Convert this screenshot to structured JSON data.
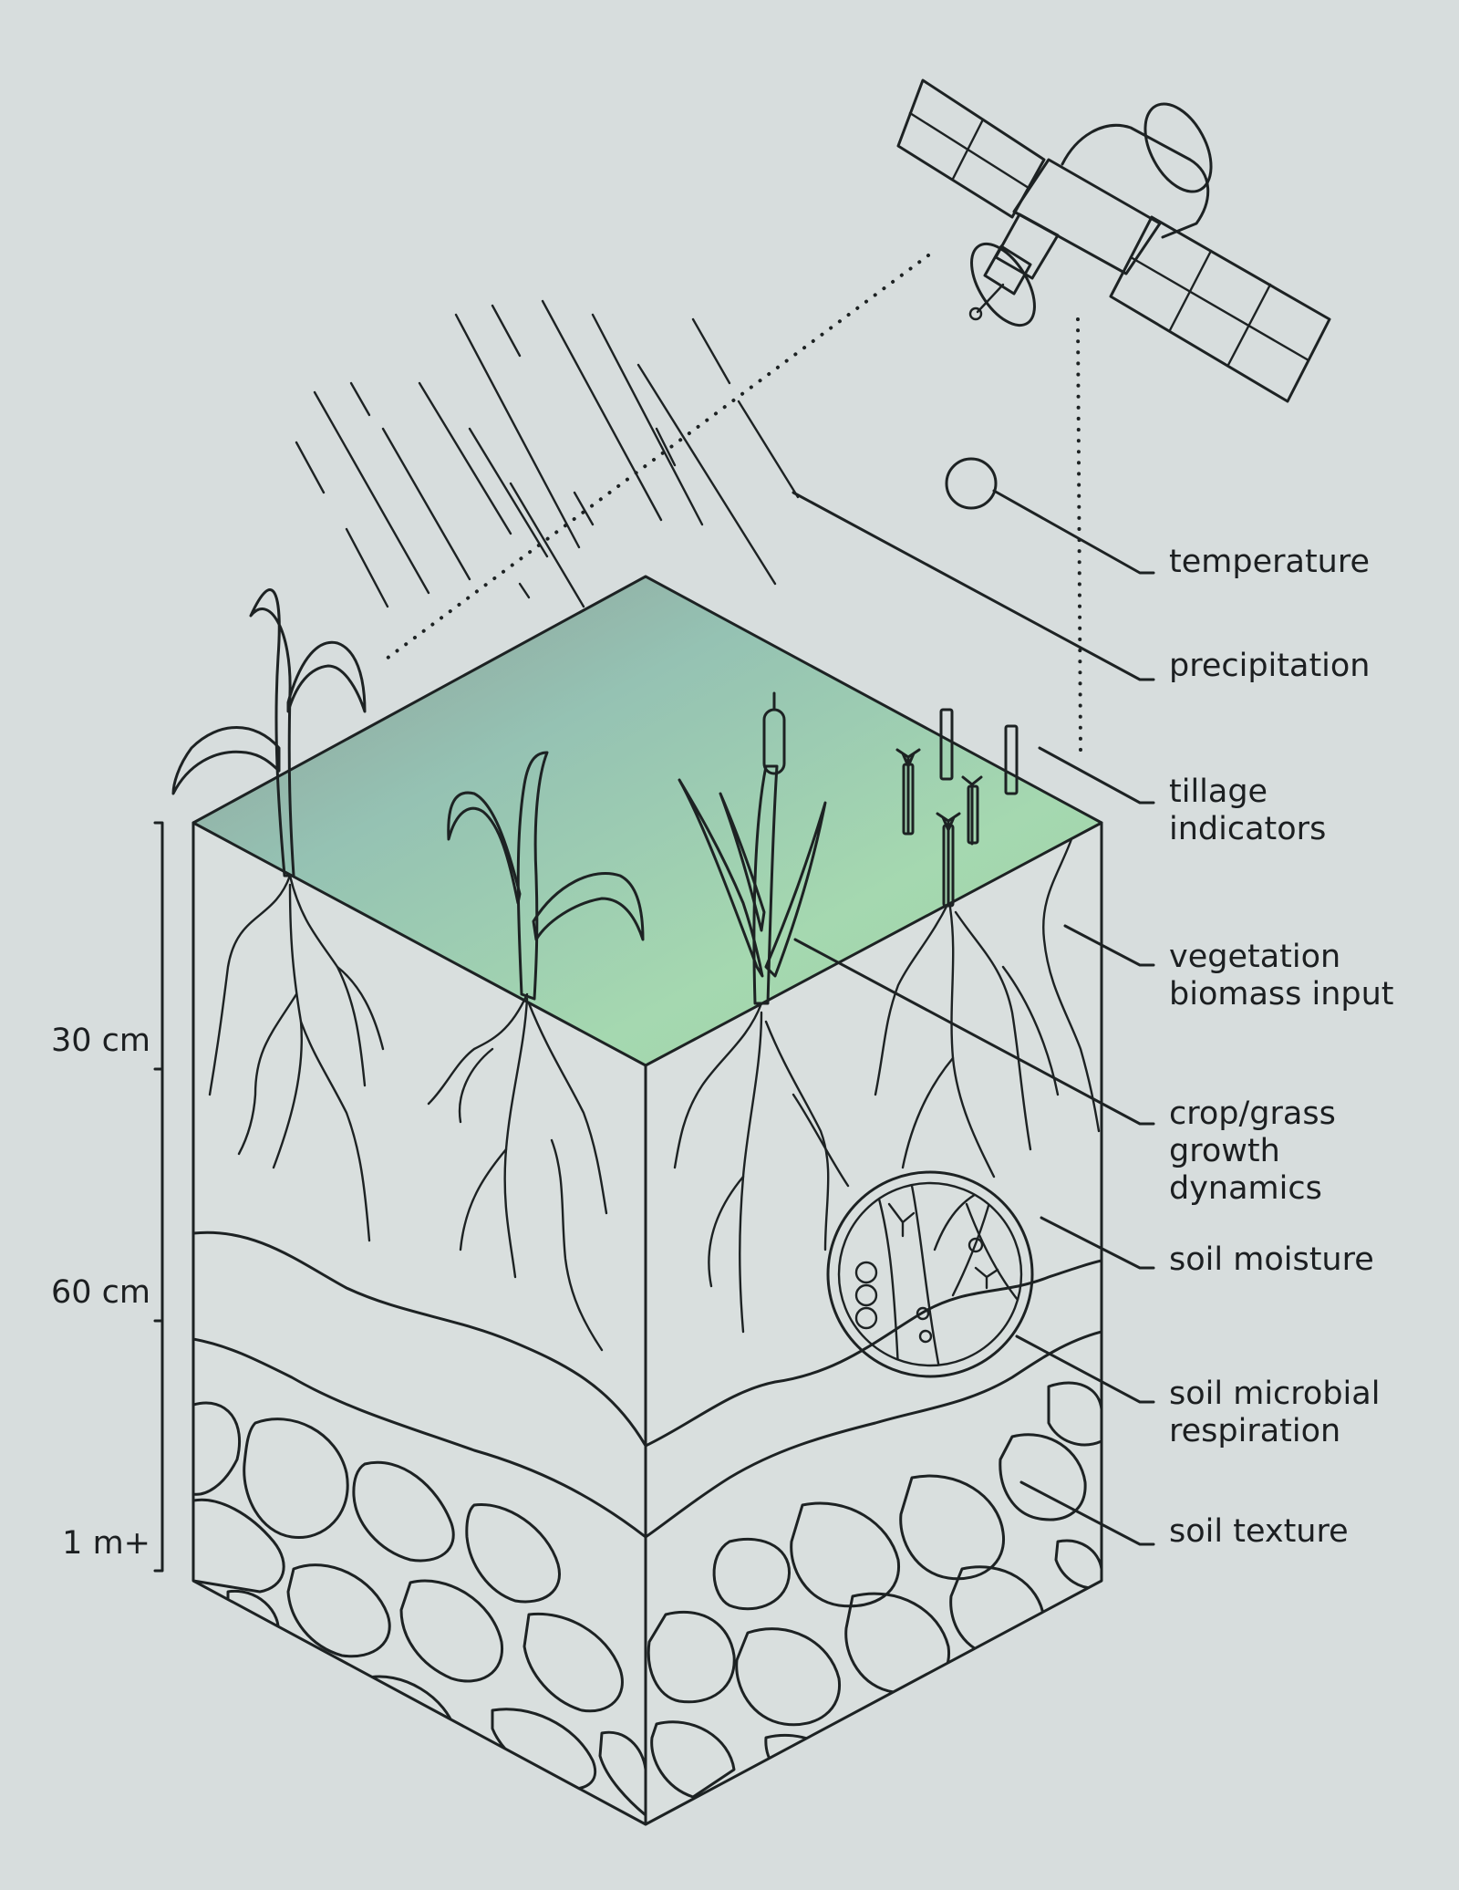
{
  "labels": {
    "temperature": "temperature",
    "precipitation": "precipitation",
    "tillage": [
      "tillage",
      "indicators"
    ],
    "vegetation": [
      "vegetation",
      "biomass input"
    ],
    "crop": [
      "crop/grass",
      "growth",
      "dynamics"
    ],
    "moisture": "soil moisture",
    "microbial": [
      "soil microbial",
      "respiration"
    ],
    "texture": "soil texture"
  },
  "depth_scale": {
    "ticks": [
      "30 cm",
      "60 cm",
      "1 m+"
    ]
  },
  "colors": {
    "background": "#d7dddd",
    "ink": "#1d2223",
    "soil_dark": "#5f8c82",
    "soil_light": "#9fccd2",
    "surface_green": "#9fd0a8",
    "satellite_panel": "#a9d6cf"
  },
  "icons": {
    "satellite": "satellite-icon",
    "sun": "sun-icon",
    "rain": "rain-icon",
    "microbe_lens": "microscope-lens-icon"
  }
}
